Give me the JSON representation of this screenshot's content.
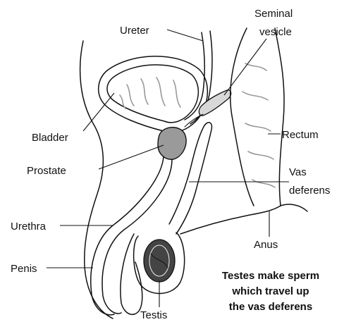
{
  "labels": {
    "ureter": "Ureter",
    "seminal_vesicle_1": "Seminal",
    "seminal_vesicle_2": "vesicle",
    "bladder": "Bladder",
    "rectum": "Rectum",
    "prostate": "Prostate",
    "vas_deferens_1": "Vas",
    "vas_deferens_2": "deferens",
    "urethra": "Urethra",
    "anus": "Anus",
    "penis": "Penis",
    "testis": "Testis"
  },
  "caption": {
    "line1": "Testes make sperm",
    "line2": "which travel up",
    "line3": "the vas deferens"
  },
  "colors": {
    "outline": "#111111",
    "prostate_fill": "#9a9a9a",
    "vesicle_fill": "#d8d8d8",
    "fold_shading": "#999999"
  }
}
